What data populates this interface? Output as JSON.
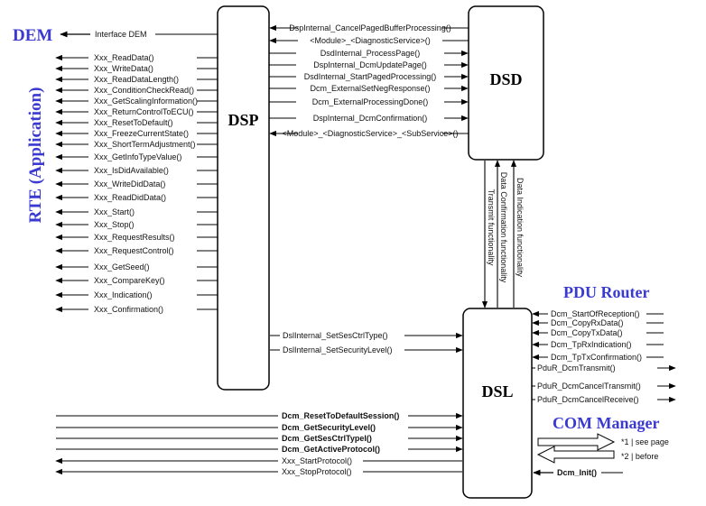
{
  "modules": {
    "dsp": "DSP",
    "dsd": "DSD",
    "dsl": "DSL"
  },
  "side_labels": {
    "dem": "DEM",
    "rte": "RTE (Application)",
    "pdu_router": "PDU Router",
    "com_manager": "COM Manager"
  },
  "colors": {
    "accent_blue": "#3a3ad0",
    "line": "#000000"
  },
  "dem_interface": "Interface DEM",
  "rte_functions": [
    "Xxx_ReadData()",
    "Xxx_WriteData()",
    "Xxx_ReadDataLength()",
    "Xxx_ConditionCheckRead()",
    "Xxx_GetScalingInformation()",
    "Xxx_ReturnControlToECU()",
    "Xxx_ResetToDefault()",
    "Xxx_FreezeCurrentState()",
    "Xxx_ShortTermAdjustment()",
    "Xxx_GetInfoTypeValue()",
    "Xxx_IsDidAvailable()",
    "Xxx_WriteDidData()",
    "Xxx_ReadDidData()",
    "Xxx_Start()",
    "Xxx_Stop()",
    "Xxx_RequestResults()",
    "Xxx_RequestControl()",
    "Xxx_GetSeed()",
    "Xxx_CompareKey()",
    "Xxx_Indication()",
    "Xxx_Confirmation()"
  ],
  "dsp_dsd_functions": [
    "DspInternal_CancelPagedBufferProcessing()",
    "<Module>_<DiagnosticService>()",
    "DsdInternal_ProcessPage()",
    "DspInternal_DcmUpdatePage()",
    "DsdInternal_StartPagedProcessing()",
    "Dcm_ExternalSetNegResponse()",
    "Dcm_ExternalProcessingDone()",
    "DspInternal_DcmConfirmation()",
    "<Module>_<DiagnosticService>_<SubService>()"
  ],
  "dsd_dsl_labels": [
    "Transmit functionality",
    "Data Confirmation functionality",
    "Data Indication functionality"
  ],
  "dsp_dsl_functions": [
    "DslInternal_SetSesCtrlType()",
    "DslInternal_SetSecurityLevel()"
  ],
  "rte_dsl_functions": [
    "Dcm_ResetToDefaultSession()",
    "Dcm_GetSecurityLevel()",
    "Dcm_GetSesCtrlTypel()",
    "Dcm_GetActiveProtocol()",
    "Xxx_StartProtocol()",
    "Xxx_StopProtocol()"
  ],
  "pdu_functions": [
    "Dcm_StartOfReception()",
    "Dcm_CopyRxData()",
    "Dcm_CopyTxData()",
    "Dcm_TpRxIndication()",
    "Dcm_TpTxConfirmation()",
    "PduR_DcmTransmit()",
    "PduR_DcmCancelTransmit()",
    "PduR_DcmCancelReceive()"
  ],
  "com_init": "Dcm_Init()",
  "legend": {
    "item1": "*1 | see page",
    "item2": "*2 | before"
  }
}
